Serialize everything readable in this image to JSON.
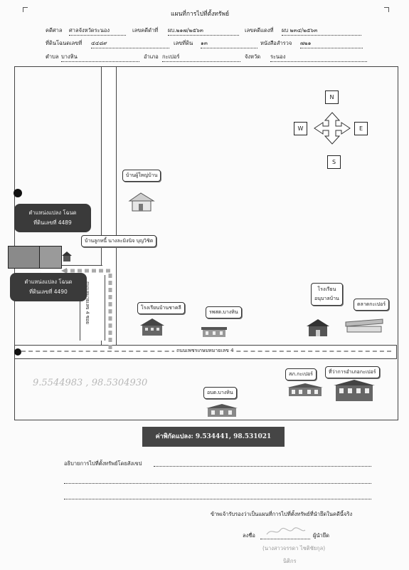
{
  "header": {
    "title": "แผนที่การไปที่ตั้งทรัพย์",
    "court_label": "คดีศาล",
    "court_value": "ศาลจังหวัดระนอง",
    "black_case_label": "เลขคดีดำที่",
    "black_case_value": "ผบ.๒๑๗/๒๕๖๓",
    "red_case_label": "เลขคดีแดงที่",
    "red_case_value": "ผบ ๒๓๔/๒๕๖๓",
    "deed_label": "ที่ดินโฉนดเลขที่",
    "deed_value": "๔๔๘๙",
    "land_no_label": "เลขที่ดิน",
    "land_no_value": "๑๓",
    "survey_label": "หนังสือสำรวจ",
    "survey_value": "๗๒๑",
    "subdistrict_label": "ตำบล",
    "subdistrict_value": "บางหิน",
    "district_label": "อำเภอ",
    "district_value": "กะเปอร์",
    "province_label": "จังหวัด",
    "province_value": "ระนอง"
  },
  "compass": {
    "n": "N",
    "s": "S",
    "e": "E",
    "w": "W"
  },
  "map": {
    "callout_plot_1": [
      "ตำแหน่งแปลง โฉนด",
      "ที่ดินเลขที่ 4489"
    ],
    "callout_plot_2": [
      "ตำแหน่งแปลง โฉนด",
      "ที่ดินเลขที่ 4490"
    ],
    "village_head_house": "บ้านผู้ใหญ่บ้าน",
    "debtor_house": "บ้านลูกหนี้ นางละมิงนิจ บุญวิชิต",
    "side_road": "ถนนหมายเลข 4 ซอย",
    "main_road": "ถนนเพชรเกษมหมายเลข 4",
    "school_1": "โรงเรียนบ้านชาคลี",
    "hospital": "รพสต.บางหิน",
    "kindergarten": [
      "โรงเรียน",
      "อนุบาลบ้าน"
    ],
    "market": "ตลาดกะเปอร์",
    "police": "สภ.กะเปอร์",
    "district_office": "ที่ว่าการอำเภอกะเปอร์",
    "subdistrict_org": "อบต.บางหิน"
  },
  "handwritten_coords": "9.5544983 , 98.5304930",
  "coordinates_label": "ค่าพิกัดแปลง: 9.534441, 98.531021",
  "footer": {
    "description_label": "อธิบายการไปที่ตั้งทรัพย์โดยสังเขป",
    "certify_text": "ข้าพเจ้ารับรองว่าเป็นแผนที่การไปที่ตั้งทรัพย์ที่นำยึดในคดีนี้จริง",
    "sign_label": "ลงชื่อ",
    "signer_role": "ผู้นำยึด",
    "signer_name": "(นางสาวจรรดา ไชติชัยกุล)",
    "signer_title": "นิติกร"
  },
  "colors": {
    "ink": "#1d1d1d",
    "callout": "#3a3a3a",
    "coords_box": "#454545"
  }
}
